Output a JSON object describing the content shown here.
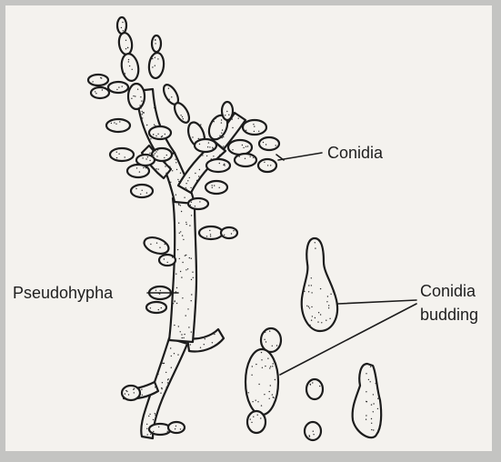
{
  "labels": {
    "conidia": "Conidia",
    "pseudohypha": "Pseudohypha",
    "conidia_budding_line1": "Conidia",
    "conidia_budding_line2": "budding"
  },
  "colors": {
    "paper": "#f4f2ee",
    "background": "#c4c4c2",
    "ink": "#1c1c1c"
  }
}
